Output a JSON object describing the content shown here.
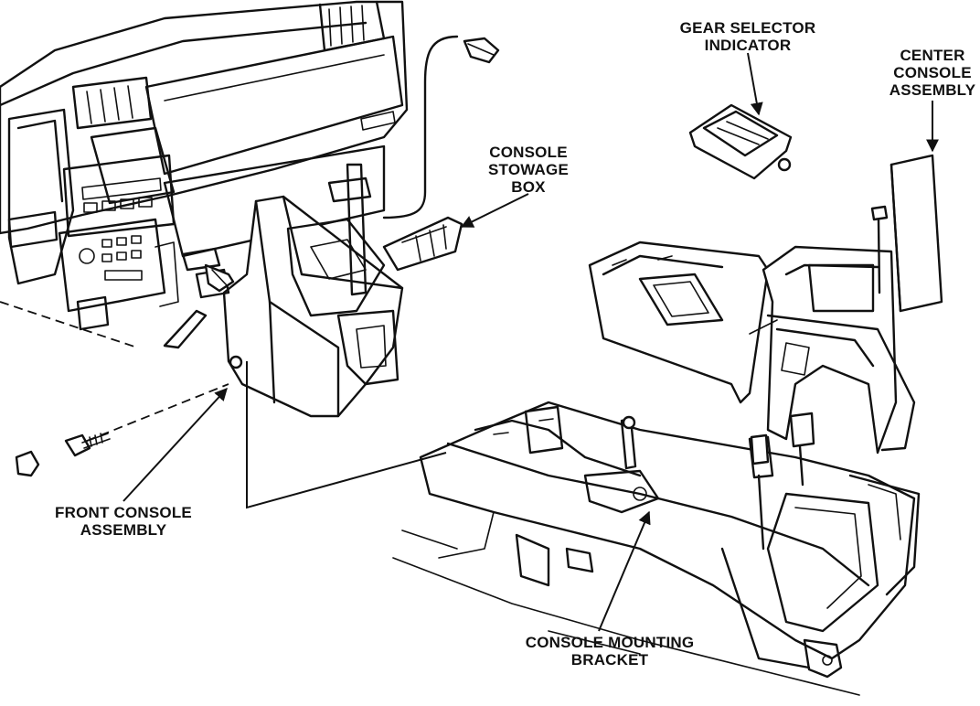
{
  "labels": {
    "gear_selector_indicator": [
      "GEAR SELECTOR",
      "INDICATOR"
    ],
    "center_console_assembly": [
      "CENTER",
      "CONSOLE",
      "ASSEMBLY"
    ],
    "console_stowage_box": [
      "CONSOLE",
      "STOWAGE",
      "BOX"
    ],
    "front_console_assembly": [
      "FRONT CONSOLE",
      "ASSEMBLY"
    ],
    "console_mounting_bracket": [
      "CONSOLE MOUNTING",
      "BRACKET"
    ]
  }
}
